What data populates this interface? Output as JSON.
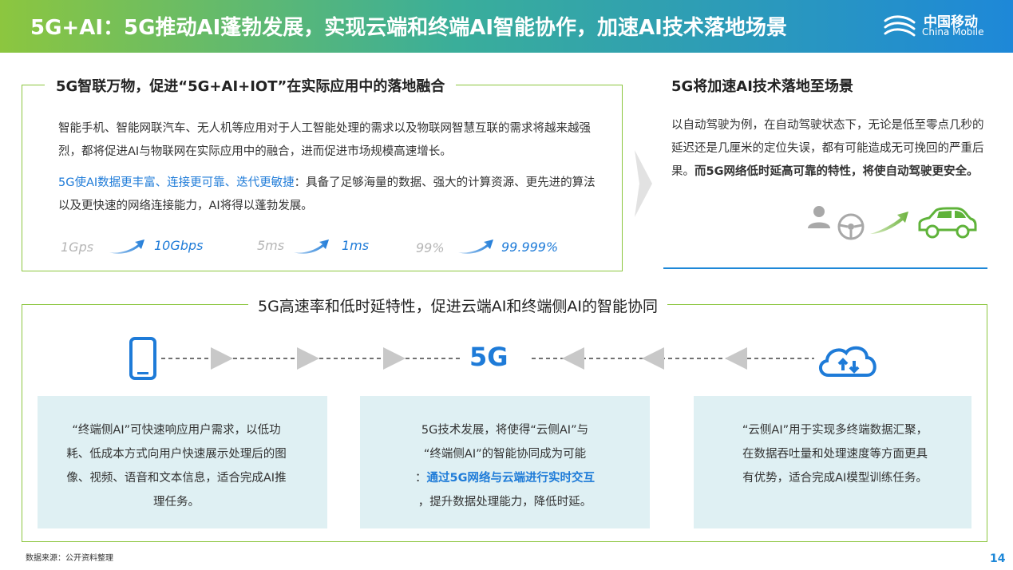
{
  "header": {
    "title": "5G+AI：5G推动AI蓬勃发展，实现云端和终端AI智能协作，加速AI技术落地场景",
    "logo_cn": "中国移动",
    "logo_en": "China Mobile"
  },
  "left_section": {
    "title": "5G智联万物，促进“5G+AI+IOT”在实际应用中的落地融合",
    "paragraph1": "智能手机、智能网联汽车、无人机等应用对于人工智能处理的需求以及物联网智慧互联的需求将越来越强烈，都将促进AI与物联网在实际应用中的融合，进而促进市场规模高速增长。",
    "paragraph2_highlight": "5G使AI数据更丰富、连接更可靠、迭代更敏捷",
    "paragraph2_rest": "：具备了足够海量的数据、强大的计算资源、更先进的算法以及更快速的网络连接能力，AI将得以蓬勃发展。",
    "stats": [
      {
        "from": "1Gps",
        "to": "10Gbps"
      },
      {
        "from": "5ms",
        "to": "1ms"
      },
      {
        "from": "99%",
        "to": "99.999%"
      }
    ]
  },
  "right_section": {
    "title": "5G将加速AI技术落地至场景",
    "text_plain": "以自动驾驶为例，在自动驾驶状态下，无论是低至零点几秒的延迟还是几厘米的定位失误，都有可能造成无可挽回的严重后果。",
    "text_bold": "而5G网络低时延高可靠的特性，将使自动驾驶更安全。"
  },
  "bottom_section": {
    "title": "5G高速率和低时延特性，促进云端AI和终端侧AI的智能协同",
    "center_label": "5G",
    "panels": [
      {
        "text": "“终端侧AI”可快速响应用户需求，以低功耗、低成本方式向用户快速展示处理后的图像、视频、语音和文本信息，适合完成AI推理任务。"
      },
      {
        "line1": "5G技术发展，将使得“云侧AI”与",
        "line2": "“终端侧AI”的智能协同成为可能",
        "line3_prefix": "：",
        "line3_highlight": "通过5G网络与云端进行实时交互",
        "line4": "，提升数据处理能力，降低时延。"
      },
      {
        "text": "“云侧AI”用于实现多终端数据汇聚，在数据吞吐量和处理速度等方面更具有优势，适合完成AI模型训练任务。"
      }
    ]
  },
  "footer": {
    "source": "数据来源：公开资料整理",
    "page_number": "14"
  },
  "colors": {
    "accent_blue": "#1e7bd8",
    "accent_green": "#8cc63f",
    "panel_bg": "#dff0f3"
  },
  "icons": [
    "china-mobile-logo-icon",
    "chevron-right-icon",
    "person-icon",
    "steering-wheel-icon",
    "growth-arrow-icon",
    "car-icon",
    "smartphone-icon",
    "cloud-transfer-icon",
    "arrow-right-icon",
    "arrow-left-icon"
  ]
}
